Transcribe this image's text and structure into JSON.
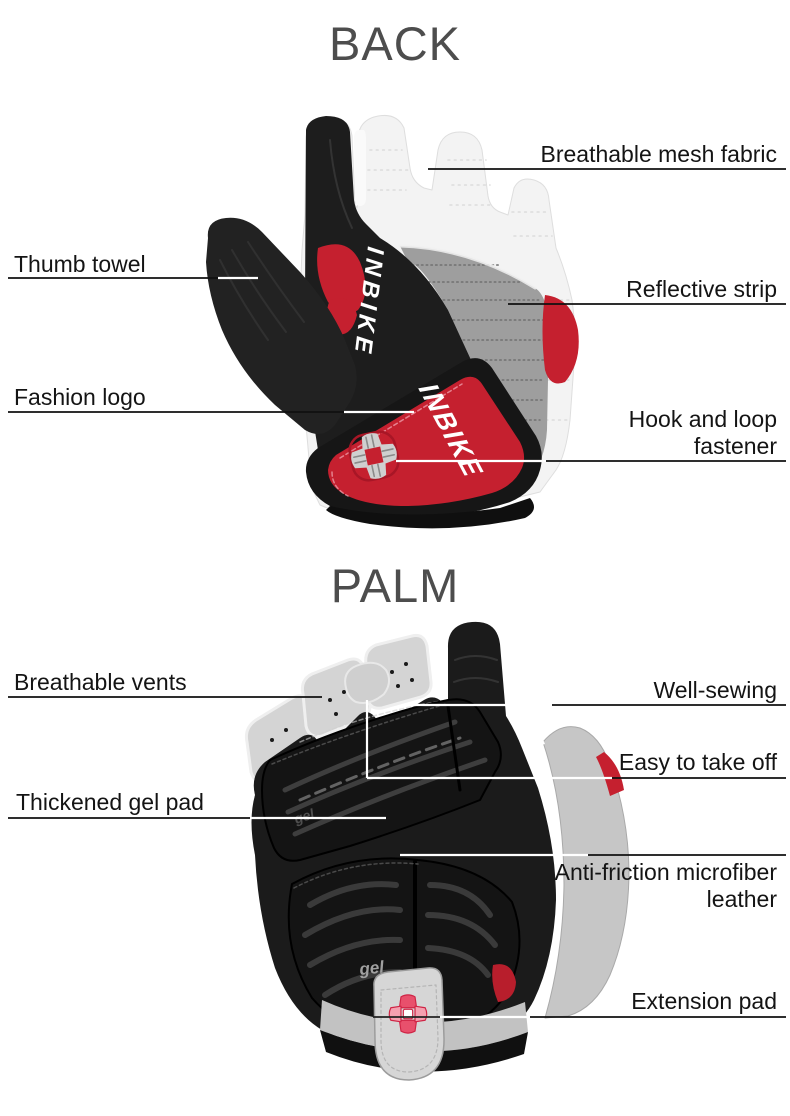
{
  "titles": {
    "back": "BACK",
    "palm": "PALM"
  },
  "back": {
    "labels": [
      {
        "id": "breathable-mesh-fabric",
        "text": "Breathable mesh fabric"
      },
      {
        "id": "thumb-towel",
        "text": "Thumb towel"
      },
      {
        "id": "reflective-strip",
        "text": "Reflective strip"
      },
      {
        "id": "fashion-logo",
        "text": "Fashion logo"
      },
      {
        "id": "hook-and-loop-fastener",
        "text": "Hook and loop fastener"
      }
    ],
    "brand_back_panel": "INBIKE",
    "brand_cuff": "INBIKE"
  },
  "palm": {
    "labels": [
      {
        "id": "breathable-vents",
        "text": "Breathable vents"
      },
      {
        "id": "well-sewing",
        "text": "Well-sewing"
      },
      {
        "id": "easy-to-take-off",
        "text": "Easy to take off"
      },
      {
        "id": "thickened-gel-pad",
        "text": "Thickened gel pad"
      },
      {
        "id": "anti-friction-microfiber-leather",
        "text": "Anti-friction microfiber leather"
      },
      {
        "id": "extension-pad",
        "text": "Extension pad"
      }
    ],
    "gel_print": "gel"
  },
  "colors": {
    "accent_red": "#c5202f",
    "emblem_pink": "#e8506c",
    "title_gray": "#4d4d4d",
    "label_black": "#141414",
    "glove_black": "#1b1b1b",
    "mesh_gray": "#9e9e9e",
    "suede_gray": "#d4d4d4"
  }
}
